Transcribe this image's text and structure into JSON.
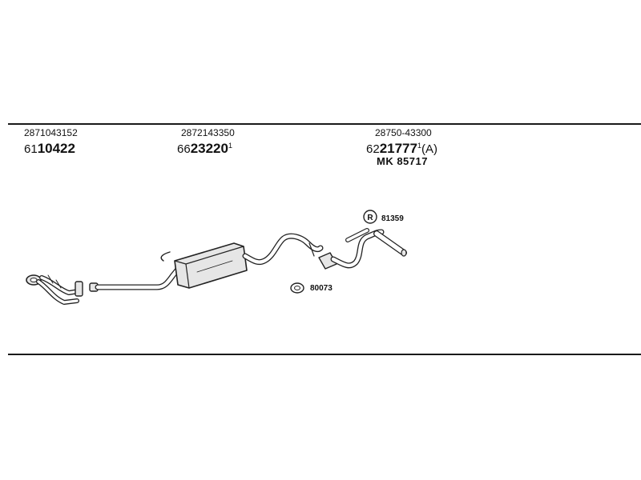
{
  "groups": [
    {
      "oe_number": "2871043152",
      "ref_prefix": "61",
      "ref_main": "10422",
      "ref_sup": ""
    },
    {
      "oe_number": "2872143350",
      "ref_prefix": "66",
      "ref_main": "23220",
      "ref_sup": "1"
    },
    {
      "oe_number": "28750-43300",
      "ref_prefix": "62",
      "ref_main": "21777",
      "ref_sup": "1",
      "ref_suffix": "(A)",
      "mk_label": "MK 85717"
    }
  ],
  "callouts": [
    {
      "part_number": "81359",
      "symbol": "R"
    },
    {
      "part_number": "80073"
    }
  ],
  "colors": {
    "line": "#1a1a1a",
    "part_fill": "#e6e6e6",
    "part_stroke": "#222222"
  }
}
